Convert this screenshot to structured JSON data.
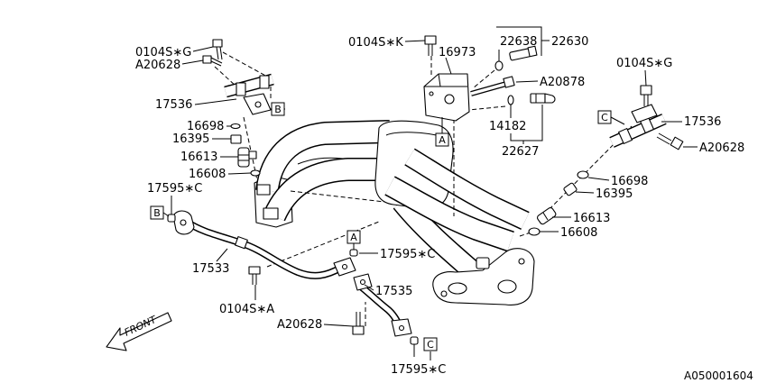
{
  "diagram": {
    "labels": {
      "bolt_left_g": "0104S∗G",
      "bolt_left_a20628": "A20628",
      "rail_left": "17536",
      "oring_left": "16698",
      "cap_left": "16395",
      "injector_left": "16613",
      "seal_left": "16608",
      "clip_left": "17595∗C",
      "pipe_17533": "17533",
      "bolt_0104sa": "0104S∗A",
      "bolt_bottom_a20628": "A20628",
      "pipe_17535": "17535",
      "clip_bottom": "17595∗C",
      "clip_mid": "17595∗C",
      "bolt_0104sk": "0104S∗K",
      "bracket_16973": "16973",
      "part_22638": "22638",
      "part_22630": "22630",
      "bolt_a20878": "A20878",
      "oring_14182": "14182",
      "sensor_22627": "22627",
      "bolt_right_g": "0104S∗G",
      "rail_right": "17536",
      "bolt_right_a20628": "A20628",
      "oring_right": "16698",
      "cap_right": "16395",
      "injector_right": "16613",
      "seal_right": "16608"
    },
    "callouts": {
      "b_top": "B",
      "b_left": "B",
      "a_center": "A",
      "a_bottom": "A",
      "c_right": "C",
      "c_bottom": "C"
    },
    "front_arrow": "FRONT",
    "figure_number": "A050001604"
  }
}
